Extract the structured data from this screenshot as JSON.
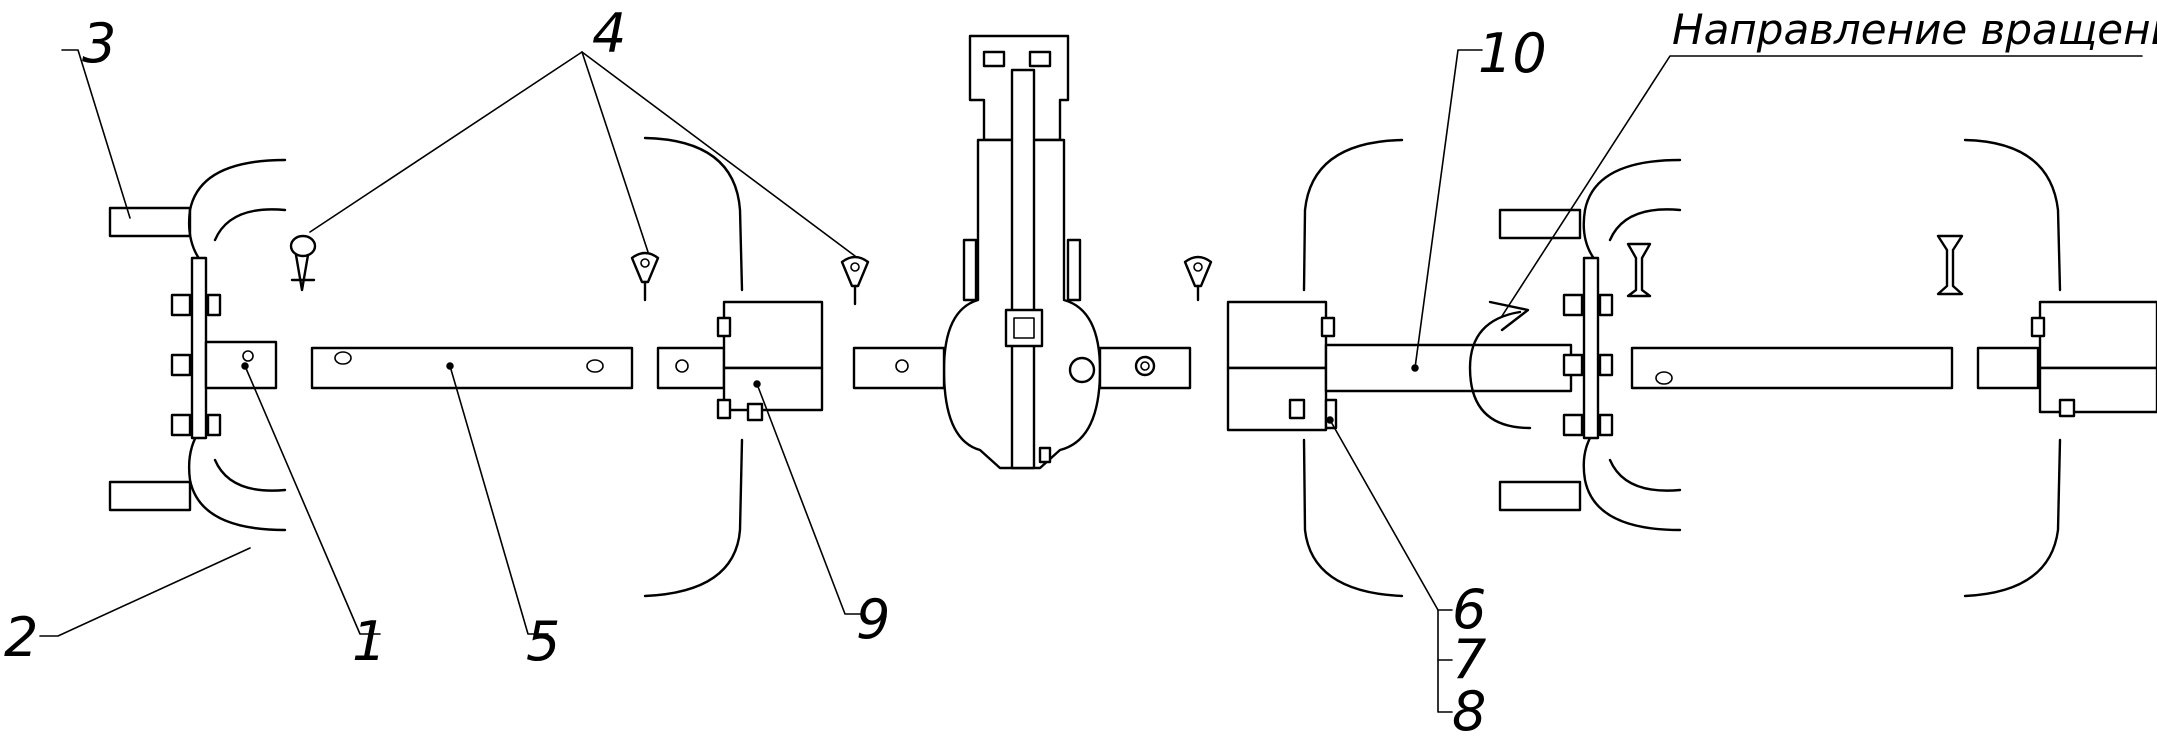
{
  "diagram": {
    "direction_label": "Направление вращения",
    "callouts": {
      "c1": "1",
      "c2": "2",
      "c3": "3",
      "c4": "4",
      "c5": "5",
      "c6": "6",
      "c7": "7",
      "c8": "8",
      "c9": "9",
      "c10": "10"
    }
  }
}
